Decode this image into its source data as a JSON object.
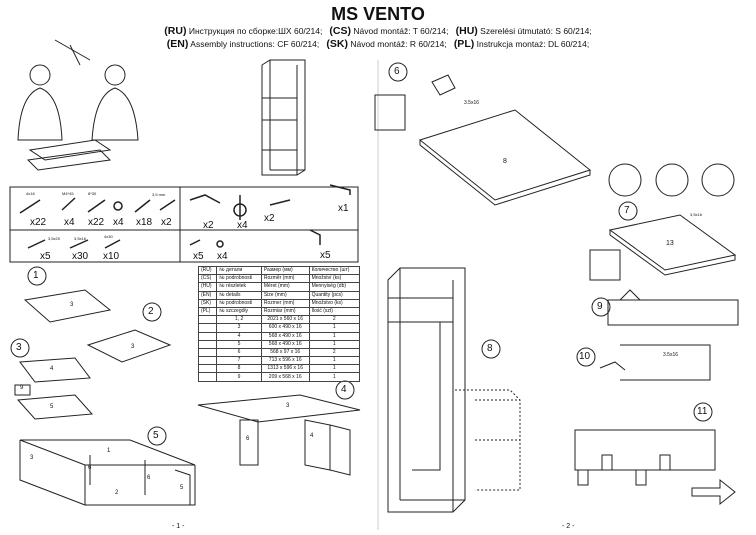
{
  "title": "MS VENTO",
  "instructions": [
    [
      {
        "code": "(RU)",
        "text": "Инструкция по сборке:ШХ 60/214;"
      },
      {
        "code": "(CS)",
        "text": "Návod montáž: T 60/214;"
      },
      {
        "code": "(HU)",
        "text": "Szerelési útmutató: S 60/214;"
      }
    ],
    [
      {
        "code": "(EN)",
        "text": "Assembly instructions: CF 60/214;"
      },
      {
        "code": "(SK)",
        "text": "Návod montáž: R 60/214;"
      },
      {
        "code": "(PL)",
        "text": "Instrukcja montaż: DL 60/214;"
      }
    ]
  ],
  "hardware": {
    "dims": [
      "4x16",
      "M4*45",
      "8*30",
      "3,5 mm",
      "4x30",
      "3,5x20",
      "3,5x16"
    ],
    "quantities": [
      "x22",
      "x4",
      "x22",
      "x4",
      "x18",
      "x2",
      "x2",
      "x4",
      "x2",
      "x1",
      "x5",
      "x4",
      "x5",
      "x5",
      "x30",
      "x10"
    ]
  },
  "parts_table": {
    "headers": [
      [
        "(RU)",
        "№ детали",
        "Размер (мм)",
        "Количество (шт)"
      ],
      [
        "(CS)",
        "№ podrobnosti",
        "Rozměr (mm)",
        "Množství (ks)"
      ],
      [
        "(HU)",
        "№ részletek",
        "Méret (mm)",
        "Mennyiség (db)"
      ],
      [
        "(EN)",
        "№ details",
        "Size (mm)",
        "Quantity (pcs)"
      ],
      [
        "(SK)",
        "№ podrobnosti",
        "Rozmer (mm)",
        "Množstvo (ks)"
      ],
      [
        "(PL)",
        "№ szczegóły",
        "Rozmiar (mm)",
        "Ilość (szt)"
      ]
    ],
    "rows": [
      [
        "1, 2",
        "2021 x 560 x 16",
        "2"
      ],
      [
        "3",
        "600 x 490 x 16",
        "1"
      ],
      [
        "4",
        "568 x 490 x 16",
        "1"
      ],
      [
        "5",
        "568 x 490 x 16",
        "1"
      ],
      [
        "6",
        "568 x 97 x 16",
        "2"
      ],
      [
        "7",
        "713 x 596 x 16",
        "1"
      ],
      [
        "8",
        "1313 x 596 x 16",
        "1"
      ],
      [
        "9",
        "209 x 568 x 16",
        "1"
      ]
    ]
  },
  "steps": [
    "1",
    "2",
    "3",
    "4",
    "5",
    "6",
    "7",
    "8",
    "9",
    "10",
    "11"
  ],
  "panel_labels": {
    "step1": "3",
    "step2": "3",
    "step3": [
      "4",
      "9",
      "5"
    ],
    "step4": [
      "6",
      "4",
      "3"
    ],
    "step5": [
      "1",
      "3",
      "6",
      "6",
      "2",
      "5"
    ],
    "step6": "8",
    "step7": "13",
    "screw_label": "3.5x16",
    "screw_label_alt": "3,5x16"
  },
  "page_numbers": [
    "- 1 -",
    "- 2 -"
  ]
}
